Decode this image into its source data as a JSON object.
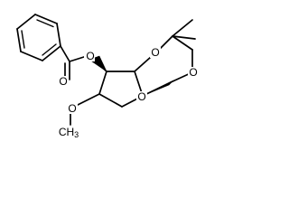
{
  "structure": {
    "atoms": {
      "o_carbonyl": "O",
      "o_ester": "O",
      "o_ring_top": "O",
      "o_ring_right": "O",
      "o_furanose": "O",
      "o_methoxy": "O",
      "methyl_label": "CH",
      "methyl_subscript": "3"
    }
  },
  "colors": {
    "bond": "#000000",
    "background": "#ffffff"
  }
}
